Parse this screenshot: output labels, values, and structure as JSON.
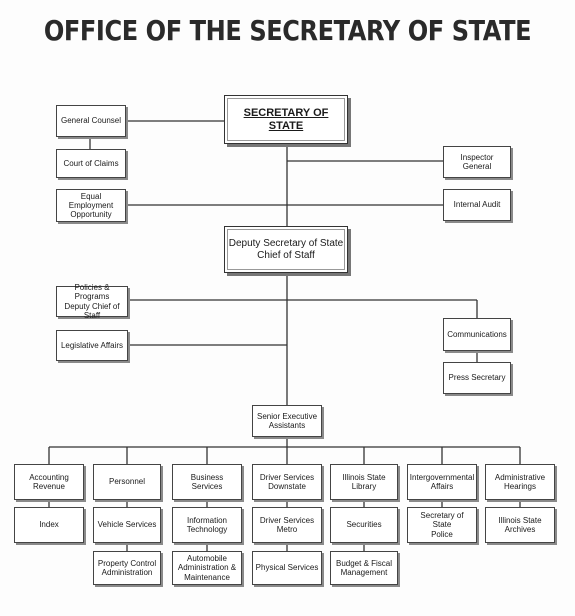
{
  "title": "OFFICE OF THE SECRETARY OF STATE",
  "boxes": {
    "secretary": "SECRETARY OF STATE",
    "general_counsel": "General Counsel",
    "court_of_claims": "Court of Claims",
    "inspector_general": "Inspector General",
    "equal_employment": "Equal Employment\nOpportunity",
    "internal_audit": "Internal Audit",
    "deputy": "Deputy Secretary of State\nChief of Staff",
    "policies": "Policies & Programs\nDeputy Chief of Staff",
    "legislative": "Legislative Affairs",
    "communications": "Communications",
    "press": "Press Secretary",
    "senior": "Senior Executive\nAssistants",
    "accounting": "Accounting Revenue",
    "index": "Index",
    "personnel": "Personnel",
    "vehicle": "Vehicle Services",
    "property": "Property Control\nAdministration",
    "business": "Business Services",
    "it": "Information\nTechnology",
    "automobile": "Automobile\nAdministration &\nMaintenance",
    "driver_downstate": "Driver Services\nDownstate",
    "driver_metro": "Driver Services\nMetro",
    "physical": "Physical Services",
    "library": "Illinois State Library",
    "securities": "Securities",
    "budget": "Budget & Fiscal\nManagement",
    "intergov": "Intergovernmental\nAffairs",
    "police": "Secretary of State\nPolice",
    "hearings": "Administrative\nHearings",
    "archives": "Illinois State\nArchives"
  }
}
